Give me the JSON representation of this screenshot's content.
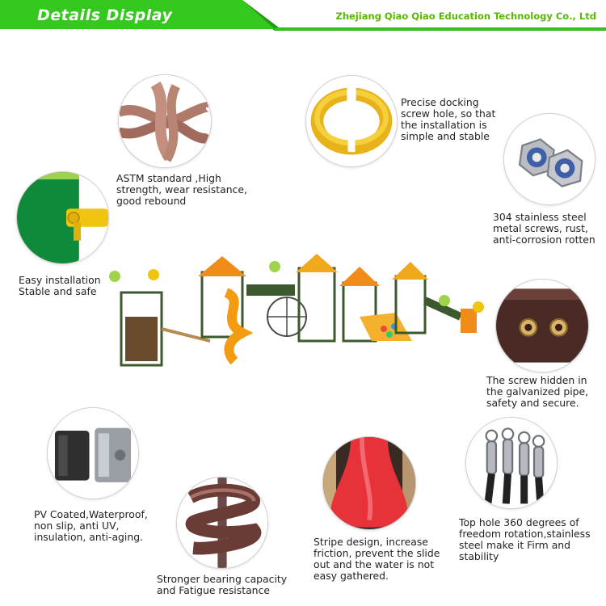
{
  "header": {
    "title": "Details Display",
    "company": "Zhejiang Qiao Qiao Education Technology Co., Ltd",
    "colors": {
      "banner": "#35c81e",
      "banner_dark": "#1f9b11",
      "company_text": "#57b900"
    }
  },
  "details": [
    {
      "id": "rope",
      "icon": "rope-knot-icon",
      "caption": "ASTM standard ,High\nstrength, wear resistance,\ngood rebound"
    },
    {
      "id": "clamp",
      "icon": "yellow-clamp-icon",
      "caption": "Precise docking\nscrew hole, so that\nthe installation is\nsimple and stable"
    },
    {
      "id": "nuts",
      "icon": "steel-nut-icon",
      "caption": "304 stainless steel\nmetal screws, rust,\nanti-corrosion rotten"
    },
    {
      "id": "panel",
      "icon": "panel-bracket-icon",
      "caption": "Easy installation\nStable and safe"
    },
    {
      "id": "pipe",
      "icon": "pipe-screw-icon",
      "caption": "The screw hidden in\nthe galvanized pipe,\nsafety and secure."
    },
    {
      "id": "post",
      "icon": "coated-post-icon",
      "caption": "PV Coated,Waterproof,\nnon slip, anti UV,\ninsulation, anti-aging."
    },
    {
      "id": "spiral",
      "icon": "spiral-slide-icon",
      "caption": "Stronger bearing capacity\nand Fatigue resistance"
    },
    {
      "id": "slide",
      "icon": "red-slide-icon",
      "caption": "Stripe design, increase\nfriction, prevent the slide\nout and the water is not\neasy gathered."
    },
    {
      "id": "hooks",
      "icon": "swivel-hook-icon",
      "caption": "Top hole 360 degrees of\nfreedom rotation,stainless\nsteel make it Firm and\nstability"
    }
  ]
}
